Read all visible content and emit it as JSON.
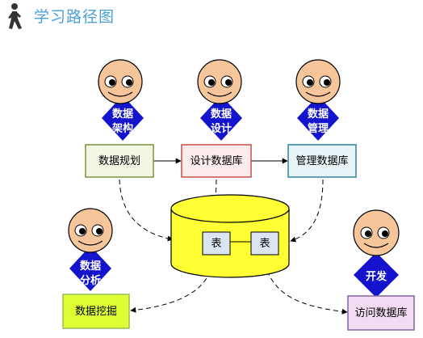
{
  "header": {
    "title": "学习路径图",
    "icon": "walker-icon"
  },
  "colors": {
    "title": "#4a9fd8",
    "diamond": "#1414cc",
    "face": "#f7c59a",
    "database": "#ffff33",
    "box_plan_fill": "#f2f6e3",
    "box_plan_border": "#77933c",
    "box_design_fill": "#fdecec",
    "box_design_border": "#c0504d",
    "box_manage_fill": "#e8f4f8",
    "box_manage_border": "#31849b",
    "box_mining_fill": "#ddff33",
    "box_mining_border": "#9bbb59",
    "box_access_fill": "#f3dcf3",
    "box_access_border": "#8064a2"
  },
  "diagram": {
    "roles": [
      {
        "line1": "数据",
        "line2": "架构"
      },
      {
        "line1": "数据",
        "line2": "设计"
      },
      {
        "line1": "数据",
        "line2": "管理"
      },
      {
        "line1": "数据",
        "line2": "分析"
      },
      {
        "line1": "开发",
        "line2": ""
      }
    ],
    "tasks": {
      "plan": "数据规划",
      "design": "设计数据库",
      "manage": "管理数据库",
      "mining": "数据挖掘",
      "access": "访问数据库"
    },
    "tables": [
      "表",
      "表"
    ]
  }
}
